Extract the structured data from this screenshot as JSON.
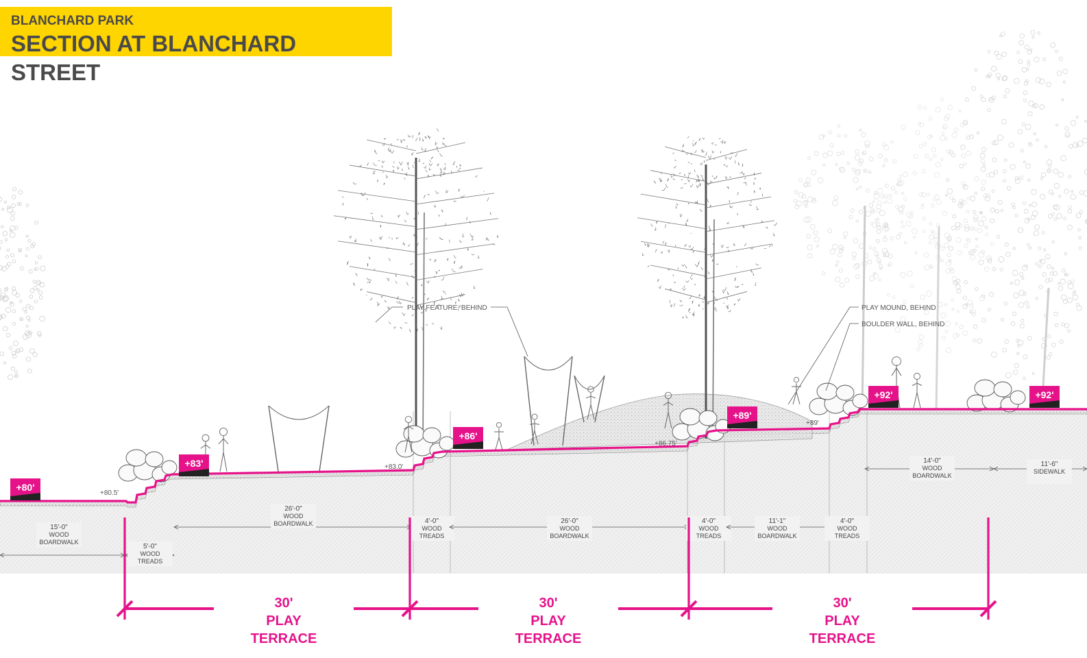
{
  "header": {
    "project": "BLANCHARD PARK",
    "title_line1": "SECTION AT BLANCHARD",
    "title_line2": "STREET"
  },
  "colors": {
    "accent_magenta": "#E6128A",
    "title_yellow": "#FFD500",
    "title_text": "#4a4a4a",
    "ground_fill": "#ededed",
    "linework": "#555555"
  },
  "elevations": [
    {
      "label": "+80'"
    },
    {
      "label": "+83'"
    },
    {
      "label": "+86'"
    },
    {
      "label": "+89'"
    },
    {
      "label": "+92'"
    },
    {
      "label": "+92'"
    }
  ],
  "spot_elevations": [
    {
      "label": "+80.5'"
    },
    {
      "label": "+83.0'"
    },
    {
      "label": "+86.75'"
    },
    {
      "label": "+89'"
    }
  ],
  "callouts": [
    {
      "label": "PLAY FEATURE, BEHIND"
    },
    {
      "label": "PLAY MOUND, BEHIND"
    },
    {
      "label": "BOULDER WALL, BEHIND"
    }
  ],
  "dimensions": [
    {
      "value": "15'-0\"",
      "line1": "WOOD",
      "line2": "BOARDWALK"
    },
    {
      "value": "5'-0\"",
      "line1": "WOOD",
      "line2": "TREADS"
    },
    {
      "value": "26'-0\"",
      "line1": "WOOD",
      "line2": "BOARDWALK"
    },
    {
      "value": "4'-0\"",
      "line1": "WOOD",
      "line2": "TREADS"
    },
    {
      "value": "26'-0\"",
      "line1": "WOOD",
      "line2": "BOARDWALK"
    },
    {
      "value": "4'-0\"",
      "line1": "WOOD",
      "line2": "TREADS"
    },
    {
      "value": "11'-1\"",
      "line1": "WOOD",
      "line2": "BOARDWALK"
    },
    {
      "value": "4'-0\"",
      "line1": "WOOD",
      "line2": "TREADS"
    },
    {
      "value": "14'-0\"",
      "line1": "WOOD",
      "line2": "BOARDWALK"
    },
    {
      "value": "11'-6\"",
      "line1": "SIDEWALK",
      "line2": ""
    }
  ],
  "terraces": [
    {
      "dim": "30'",
      "line1": "PLAY",
      "line2": "TERRACE"
    },
    {
      "dim": "30'",
      "line1": "PLAY",
      "line2": "TERRACE"
    },
    {
      "dim": "30'",
      "line1": "PLAY",
      "line2": "TERRACE"
    }
  ]
}
